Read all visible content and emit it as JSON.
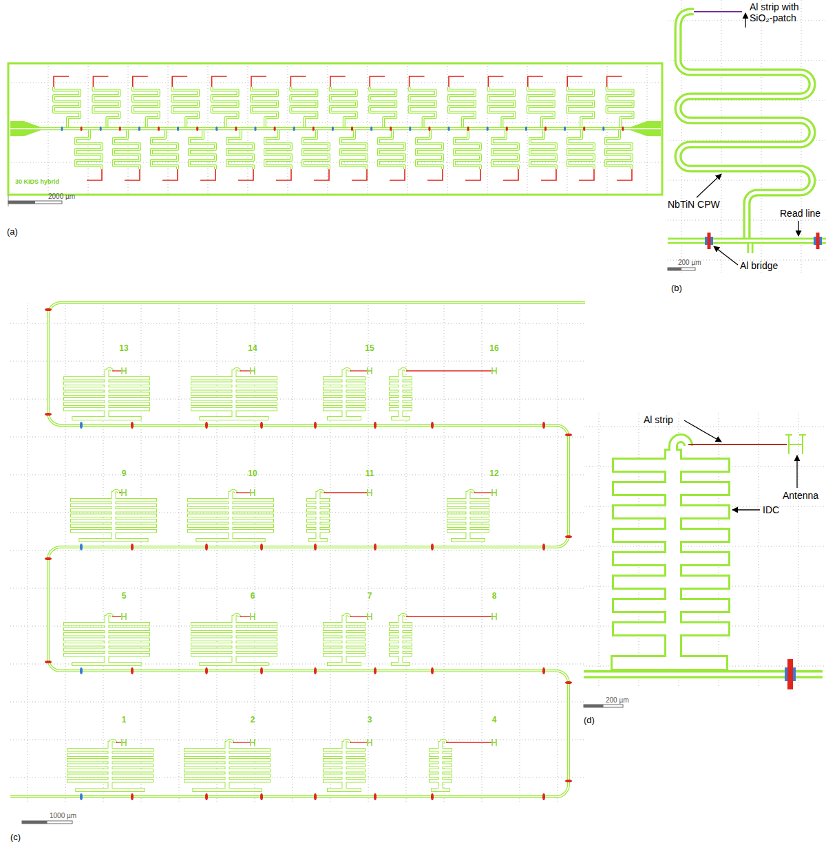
{
  "diagram": {
    "labels": [
      "30 KIDS hybrid",
      "2000 µm",
      "(a)",
      "Al strip with SiO₂-patch",
      "NbTiN CPW",
      "Read line",
      "Al bridge",
      "200 µm",
      "(b)",
      "13",
      "14",
      "15",
      "16",
      "9",
      "10",
      "11",
      "12",
      "5",
      "6",
      "7",
      "8",
      "1",
      "2",
      "3",
      "4",
      "1000 µm",
      "(c)",
      "Al strip",
      "Antenna",
      "IDC",
      "200 µm",
      "(d)"
    ]
  }
}
